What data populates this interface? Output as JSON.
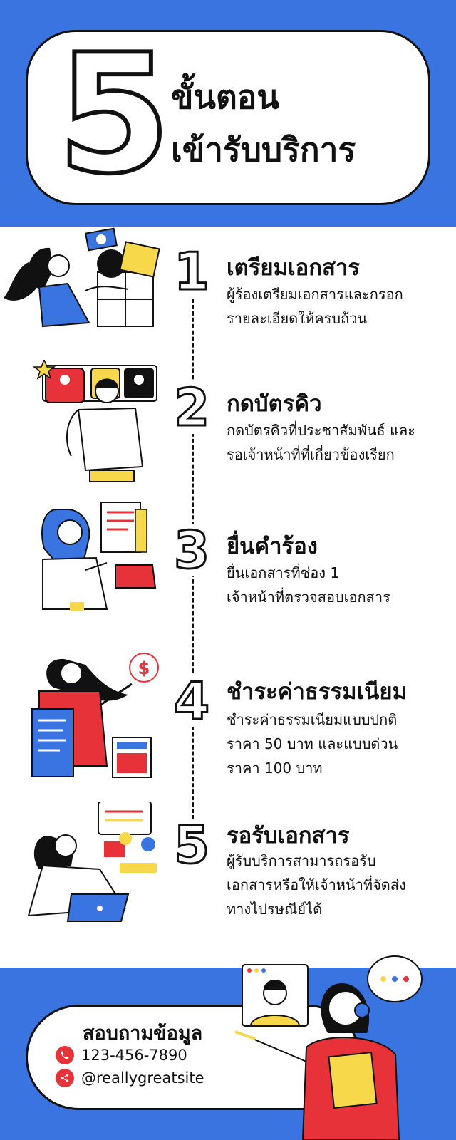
{
  "header": {
    "number": "5",
    "title_line1": "ขั้นตอน",
    "title_line2": "เข้ารับบริการ"
  },
  "colors": {
    "brand_blue": "#3a74e0",
    "accent_red": "#e8323a",
    "accent_yellow": "#f7d84a"
  },
  "steps": [
    {
      "number": "1",
      "title": "เตรียมเอกสาร",
      "desc": [
        "ผู้ร้องเตรียมเอกสารและกรอก",
        "รายละเอียดให้ครบถ้วน"
      ]
    },
    {
      "number": "2",
      "title": "กดบัตรคิว",
      "desc": [
        "กดบัตรคิวที่ประชาสัมพันธ์ และ",
        "รอเจ้าหน้าที่ที่เกี่ยวข้องเรียก"
      ]
    },
    {
      "number": "3",
      "title": "ยื่นคำร้อง",
      "desc": [
        "ยื่นเอกสารที่ช่อง 1",
        "เจ้าหน้าที่ตรวจสอบเอกสาร"
      ]
    },
    {
      "number": "4",
      "title": "ชำระค่าธรรมเนียม",
      "desc": [
        "ชำระค่าธรรมเนียมแบบปกติ",
        "ราคา 50 บาท และแบบด่วน",
        "ราคา 100 บาท"
      ]
    },
    {
      "number": "5",
      "title": "รอรับเอกสาร",
      "desc": [
        "ผู้รับบริการสามารถรอรับ",
        "เอกสารหรือให้เจ้าหน้าที่จัดส่ง",
        "ทางไปรษณีย์ได้"
      ]
    }
  ],
  "footer": {
    "contact_title": "สอบถามข้อมูล",
    "phone": "123-456-7890",
    "social": "@reallygreatsite",
    "icons": {
      "phone": "phone-icon",
      "share": "share-icon"
    }
  }
}
